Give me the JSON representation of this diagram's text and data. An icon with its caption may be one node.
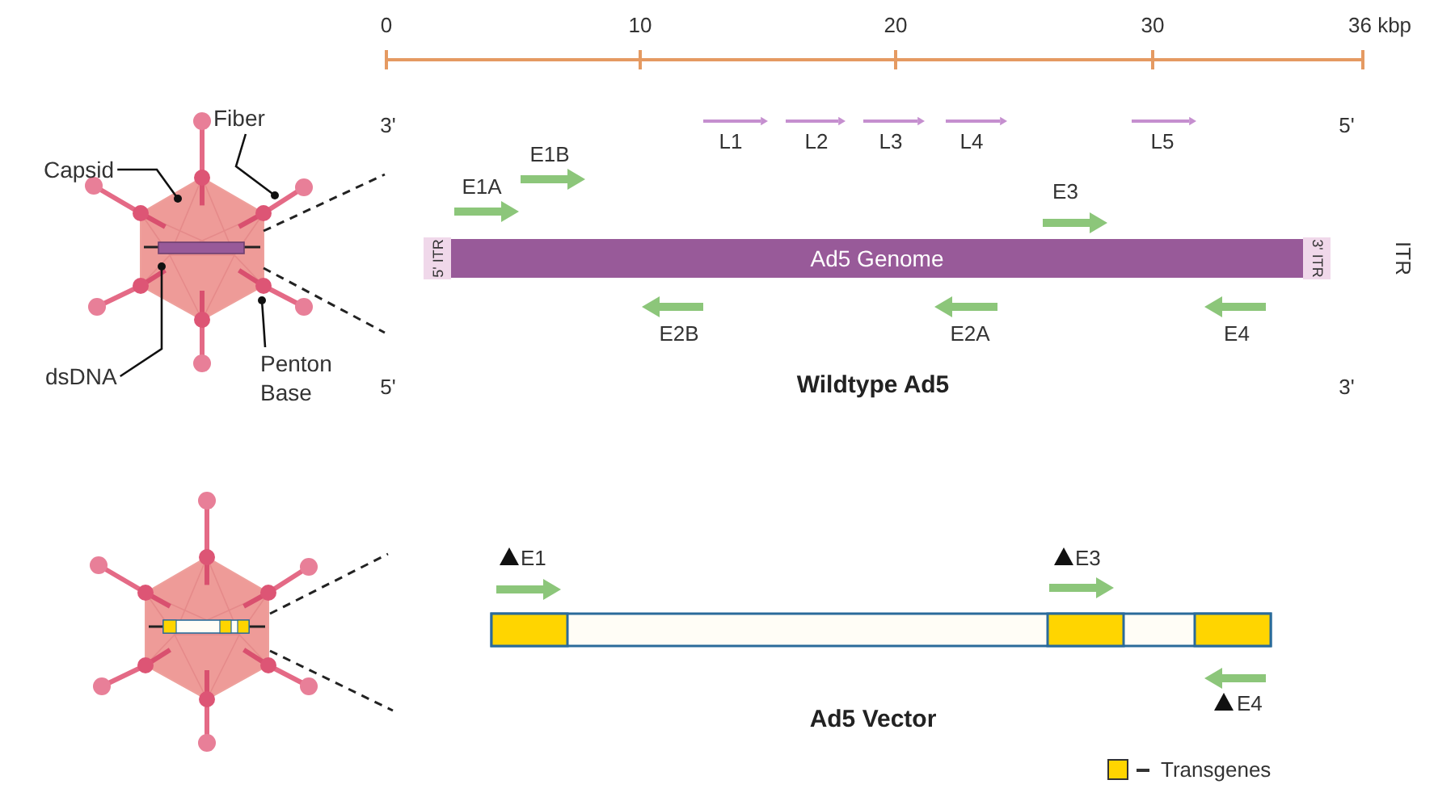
{
  "diagram": {
    "nodes": [
      {
        "text": [
          "Capsid"
        ]
      },
      {
        "text": [
          "Fiber"
        ]
      },
      {
        "text": [
          "dsDNA"
        ]
      },
      {
        "text": [
          "Penton Base"
        ]
      },
      {
        "text": [
          "5' ITR"
        ]
      },
      {
        "text": [
          "Ad5 Genome"
        ]
      },
      {
        "text": [
          "3' ITR"
        ]
      }
    ],
    "edges": [
      {
        "from": 0,
        "to": null,
        "arrow": "other"
      },
      {
        "from": 1,
        "to": null,
        "arrow": "other"
      },
      {
        "from": 2,
        "to": null,
        "arrow": "other"
      },
      {
        "from": 3,
        "to": null,
        "arrow": "other"
      }
    ],
    "labels": [
      "0",
      "10",
      "20",
      "30",
      "36 kbp",
      "3'",
      "L1",
      "L2",
      "L3",
      "L4",
      "L5",
      "5'",
      "E1B",
      "E1A",
      "E3",
      "ITR",
      "E2B",
      "E2A",
      "E4",
      "5'",
      "Wildtype Ad5",
      "3'",
      "E1",
      "E3",
      "E4",
      "Ad5 Vector"
    ],
    "legend": [
      {
        "text": "Transgenes",
        "color": "#ffd500"
      }
    ]
  }
}
